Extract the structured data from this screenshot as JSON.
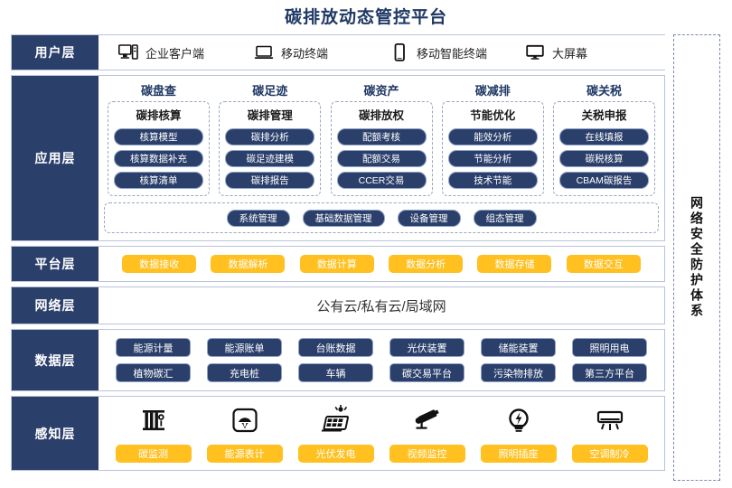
{
  "title": "碳排放动态管控平台",
  "security_band": {
    "label": "网络安全防护体系"
  },
  "layers": {
    "user": {
      "label": "用户层",
      "items": [
        {
          "icon": "desktop-tower-icon",
          "label": "企业客户端"
        },
        {
          "icon": "laptop-icon",
          "label": "移动终端"
        },
        {
          "icon": "smartphone-icon",
          "label": "移动智能终端"
        },
        {
          "icon": "monitor-icon",
          "label": "大屏幕"
        }
      ]
    },
    "application": {
      "label": "应用层",
      "groups": [
        {
          "title": "碳盘查",
          "subtitle": "碳排核算",
          "items": [
            "核算模型",
            "核算数据补充",
            "核算清单"
          ]
        },
        {
          "title": "碳足迹",
          "subtitle": "碳排管理",
          "items": [
            "碳排分析",
            "碳足迹建模",
            "碳排报告"
          ]
        },
        {
          "title": "碳资产",
          "subtitle": "碳排放权",
          "items": [
            "配额考核",
            "配额交易",
            "CCER交易"
          ]
        },
        {
          "title": "碳减排",
          "subtitle": "节能优化",
          "items": [
            "能效分析",
            "节能分析",
            "技术节能"
          ]
        },
        {
          "title": "碳关税",
          "subtitle": "关税申报",
          "items": [
            "在线填报",
            "碳税核算",
            "CBAM碳报告"
          ]
        }
      ],
      "management": [
        "系统管理",
        "基础数据管理",
        "设备管理",
        "组态管理"
      ]
    },
    "platform": {
      "label": "平台层",
      "items": [
        "数据接收",
        "数据解析",
        "数据计算",
        "数据分析",
        "数据存储",
        "数据交互"
      ]
    },
    "network": {
      "label": "网络层",
      "text": "公有云/私有云/局域网"
    },
    "data": {
      "label": "数据层",
      "row1": [
        "能源计量",
        "能源账单",
        "台账数据",
        "光伏装置",
        "储能装置",
        "照明用电"
      ],
      "row2": [
        "植物碳汇",
        "充电桩",
        "车辆",
        "碳交易平台",
        "污染物排放",
        "第三方平台"
      ]
    },
    "sense": {
      "label": "感知层",
      "items": [
        {
          "icon": "carbon-monitor-icon",
          "label": "碳监测"
        },
        {
          "icon": "energy-meter-icon",
          "label": "能源表计"
        },
        {
          "icon": "solar-panel-icon",
          "label": "光伏发电"
        },
        {
          "icon": "cctv-camera-icon",
          "label": "视频监控"
        },
        {
          "icon": "lightbulb-icon",
          "label": "照明插座"
        },
        {
          "icon": "air-conditioner-icon",
          "label": "空调制冷"
        }
      ]
    }
  },
  "colors": {
    "navy": "#2B3F6B",
    "title_navy": "#1F3864",
    "yellow": "#FFC020",
    "border": "#B9C4DA"
  }
}
